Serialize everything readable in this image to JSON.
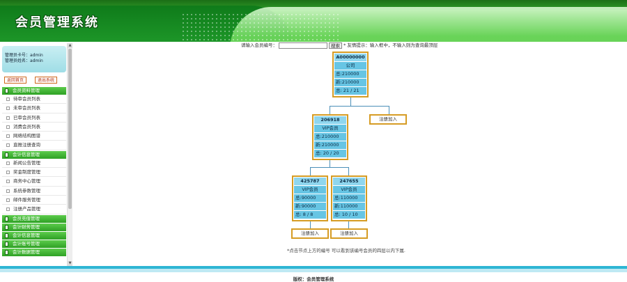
{
  "header": {
    "title": "会员管理系统"
  },
  "admin": {
    "card_label": "管理员卡号：",
    "card_value": "admin",
    "name_label": "管理员姓名：",
    "name_value": "admin"
  },
  "quick": {
    "home": "返回首页",
    "logout": "退出系统"
  },
  "menu": [
    {
      "label": "会员资料管理",
      "items": [
        "待审会员列表",
        "未审会员列表",
        "已审会员列表",
        "消费会员列表",
        "网络结构图谱",
        "直推注册查询"
      ]
    },
    {
      "label": "会计信息管理",
      "items": [
        "新闻公告管理",
        "奖金制度管理",
        "商务中心管理",
        "系统参数管理",
        "邮件服务管理",
        "注册产品管理"
      ]
    },
    {
      "label": "会员充值管理",
      "items": []
    },
    {
      "label": "会计财务管理",
      "items": []
    },
    {
      "label": "会计信息管理",
      "items": []
    },
    {
      "label": "会计账号管理",
      "items": []
    },
    {
      "label": "会计数据管理",
      "items": []
    }
  ],
  "search": {
    "label": "请输入会员编号：",
    "value": "",
    "button": "搜索",
    "hint": "* 友情提示：输入框中，不输入则为查询最顶层"
  },
  "tree": {
    "root": {
      "id": "A00000000",
      "type": "公司",
      "total": "总:210000",
      "new": "新:210000",
      "count": "总: 21 / 21"
    },
    "level2": {
      "id": "206918",
      "type": "VIP会员",
      "total": "总:210000",
      "new": "新:210000",
      "count": "总: 20 / 20"
    },
    "level3a": {
      "id": "425787",
      "type": "VIP会员",
      "total": "总:90000",
      "new": "新:90000",
      "count": "总: 8 / 8"
    },
    "level3b": {
      "id": "247655",
      "type": "VIP会员",
      "total": "总:110000",
      "new": "新:110000",
      "count": "总: 10 / 10"
    },
    "register": "注册加入"
  },
  "note": "*点击节点上方的编号 可以看到该编号会员的四层以内下属.",
  "footer": {
    "copyright": "版权：会员管理系统"
  }
}
